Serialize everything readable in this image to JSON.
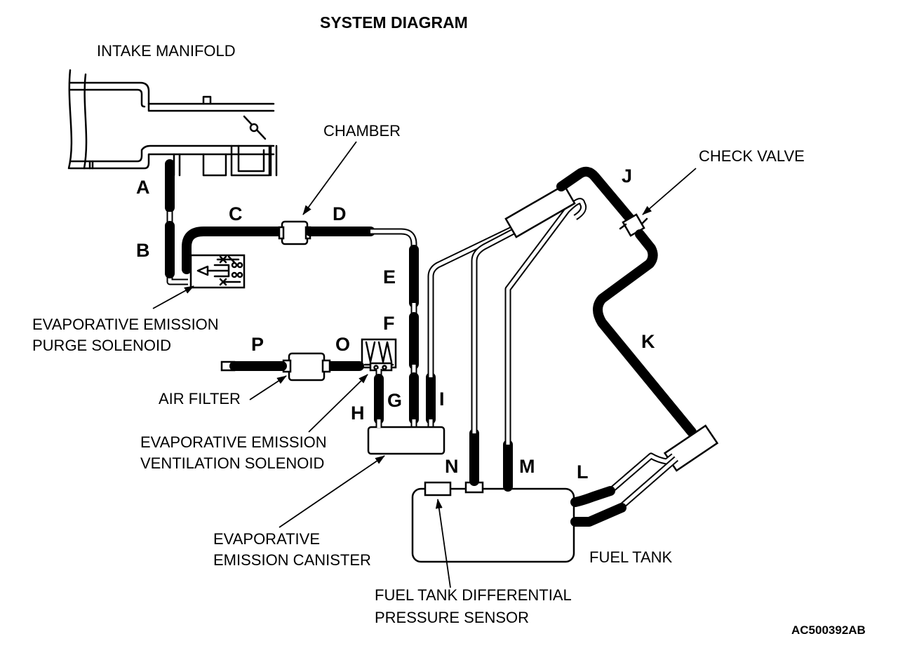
{
  "title": "SYSTEM DIAGRAM",
  "figure_code": "AC500392AB",
  "components": {
    "intake_manifold": "INTAKE MANIFOLD",
    "chamber": "CHAMBER",
    "check_valve": "CHECK VALVE",
    "purge_solenoid_line1": "EVAPORATIVE EMISSION",
    "purge_solenoid_line2": "PURGE SOLENOID",
    "air_filter": "AIR FILTER",
    "ventilation_solenoid_line1": "EVAPORATIVE EMISSION",
    "ventilation_solenoid_line2": "VENTILATION SOLENOID",
    "canister_line1": "EVAPORATIVE",
    "canister_line2": "EMISSION CANISTER",
    "fuel_tank": "FUEL TANK",
    "pressure_sensor_line1": "FUEL TANK DIFFERENTIAL",
    "pressure_sensor_line2": "PRESSURE SENSOR"
  },
  "hose_labels": {
    "a": "A",
    "b": "B",
    "c": "C",
    "d": "D",
    "e": "E",
    "f": "F",
    "g": "G",
    "h": "H",
    "i": "I",
    "j": "J",
    "k": "K",
    "l": "L",
    "m": "M",
    "n": "N",
    "o": "O",
    "p": "P"
  }
}
